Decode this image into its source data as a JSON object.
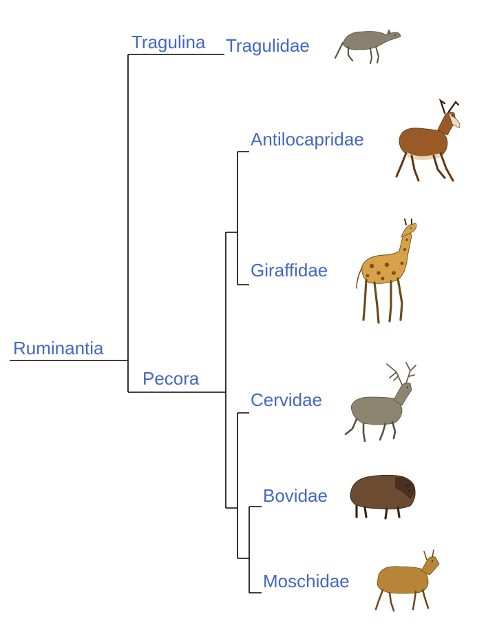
{
  "colors": {
    "label": "#4466c7",
    "line": "#000000",
    "background": "#ffffff"
  },
  "tree": {
    "root": "Ruminantia",
    "clades": {
      "tragulina": "Tragulina",
      "pecora": "Pecora"
    },
    "families": {
      "tragulidae": "Tragulidae",
      "antilocapridae": "Antilocapridae",
      "giraffidae": "Giraffidae",
      "cervidae": "Cervidae",
      "bovidae": "Bovidae",
      "moschidae": "Moschidae"
    }
  },
  "illustrations": {
    "tragulidae": "mouse-deer",
    "antilocapridae": "pronghorn",
    "giraffidae": "giraffe",
    "cervidae": "stag",
    "bovidae": "bison",
    "moschidae": "musk-deer"
  }
}
